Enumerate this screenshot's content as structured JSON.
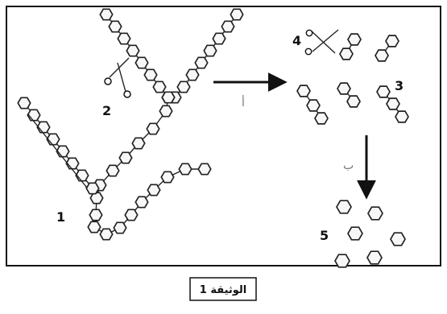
{
  "diagram": {
    "labels": {
      "polymer": "1",
      "enzyme_before": "2",
      "oligomers": "3",
      "enzyme_after": "4",
      "monomers": "5"
    },
    "arrows": {
      "first_step": "أ",
      "second_step": "ب"
    },
    "caption": "الوثيقة 1"
  }
}
